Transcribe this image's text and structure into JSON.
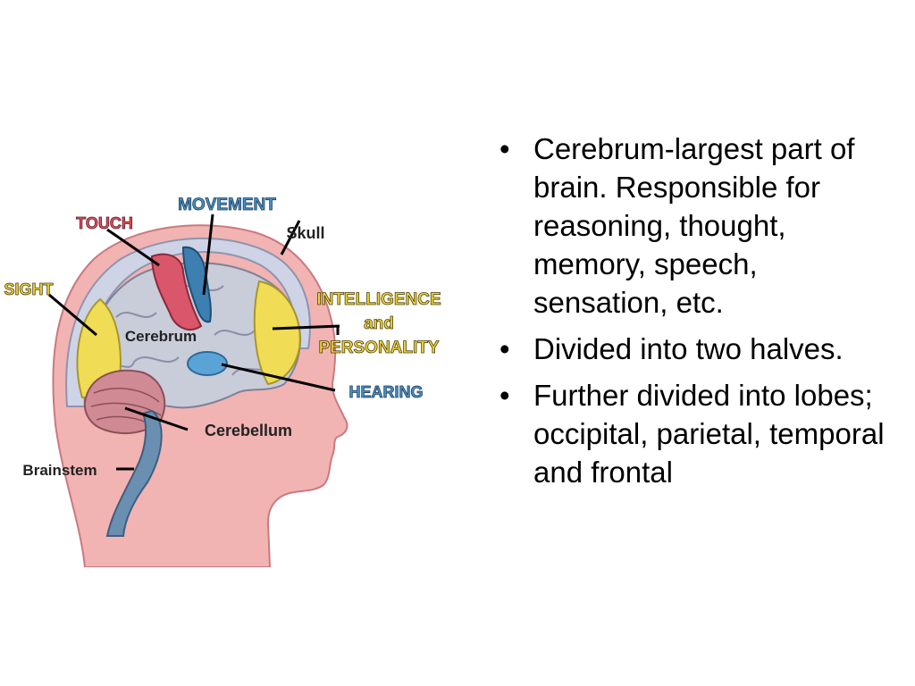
{
  "diagram": {
    "labels": {
      "movement": "MOVEMENT",
      "touch": "TOUCH",
      "skull": "Skull",
      "sight": "SIGHT",
      "intelligence": "INTELLIGENCE",
      "and": "and",
      "personality": "PERSONALITY",
      "cerebrum": "Cerebrum",
      "hearing": "HEARING",
      "cerebellum": "Cerebellum",
      "brainstem": "Brainstem"
    },
    "colors": {
      "skin": "#f2b3b3",
      "skin_dark": "#e88f95",
      "skull": "#cfd3e6",
      "brain": "#c9ccd9",
      "touch_region": "#d9566b",
      "movement_region": "#3d7fb0",
      "sight_region": "#f0dc55",
      "intelligence_region": "#f0dc55",
      "hearing_region": "#5aa3d6",
      "cerebellum": "#cf8a94",
      "brainstem": "#6b8fb0",
      "label_red": "#e0505f",
      "label_blue": "#4a92c9",
      "label_yellow": "#f1d63a"
    }
  },
  "bullets": [
    "Cerebrum-largest part of brain. Responsible for reasoning, thought, memory, speech, sensation, etc.",
    "Divided into two halves.",
    "Further divided into lobes; occipital, parietal, temporal and frontal"
  ],
  "bullet_symbol": "•"
}
